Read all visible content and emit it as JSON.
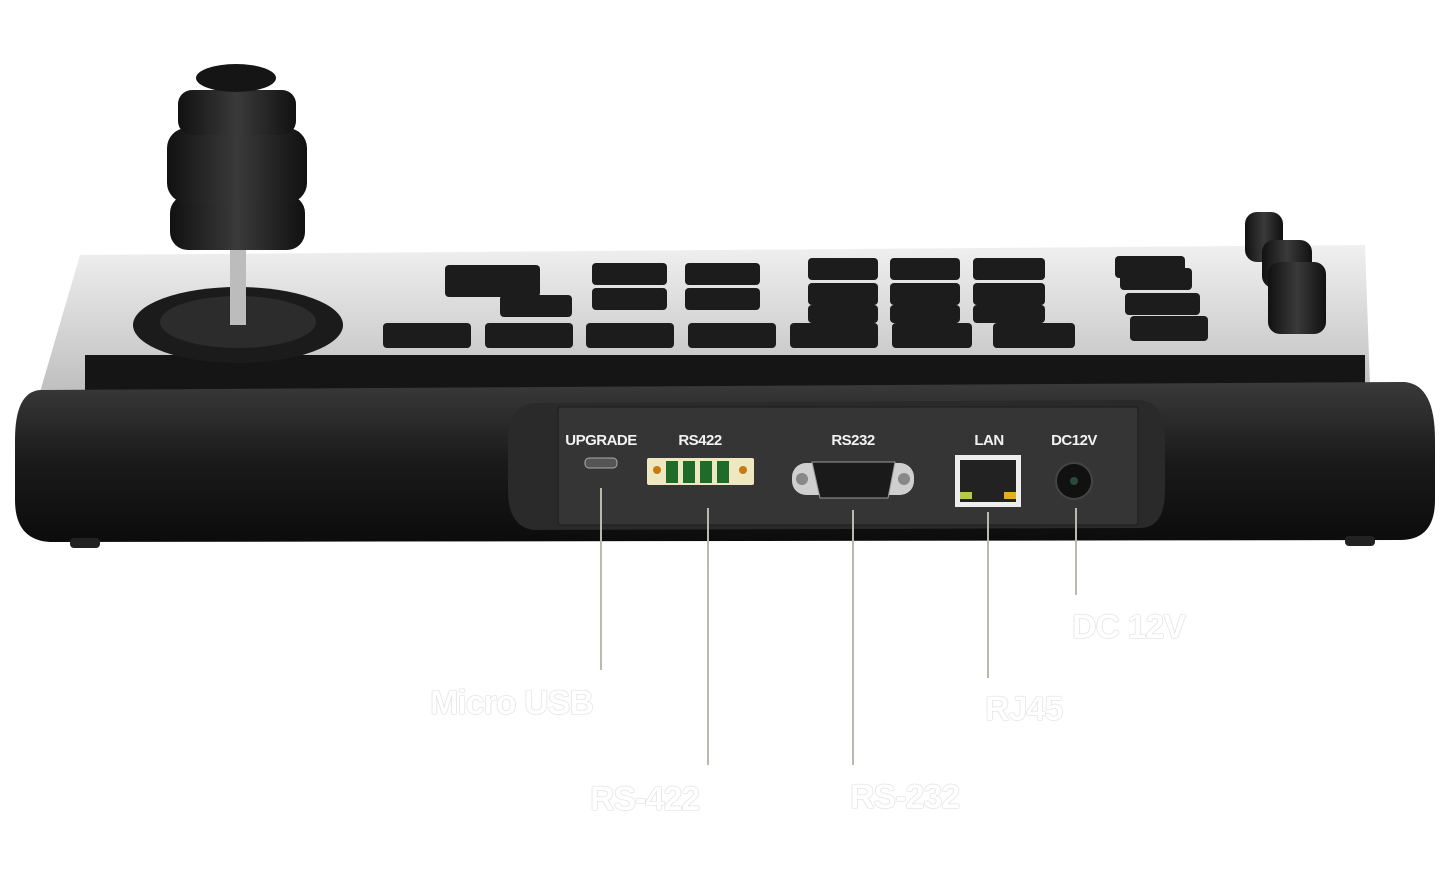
{
  "panel_labels": {
    "upgrade": "UPGRADE",
    "rs422": "RS422",
    "rs232": "RS232",
    "lan": "LAN",
    "dc12v": "DC12V"
  },
  "callouts": {
    "micro_usb": "Micro USB",
    "rs422": "RS-422",
    "rs232": "RS-232",
    "rj45": "RJ45",
    "dc12v": "DC 12V"
  },
  "colors": {
    "body": "#1e1e1e",
    "top_plate": "#d9d9d9",
    "panel": "#2b2b2b",
    "terminal_green": "#1f6b2a",
    "leader_line": "#bdb8ad"
  }
}
